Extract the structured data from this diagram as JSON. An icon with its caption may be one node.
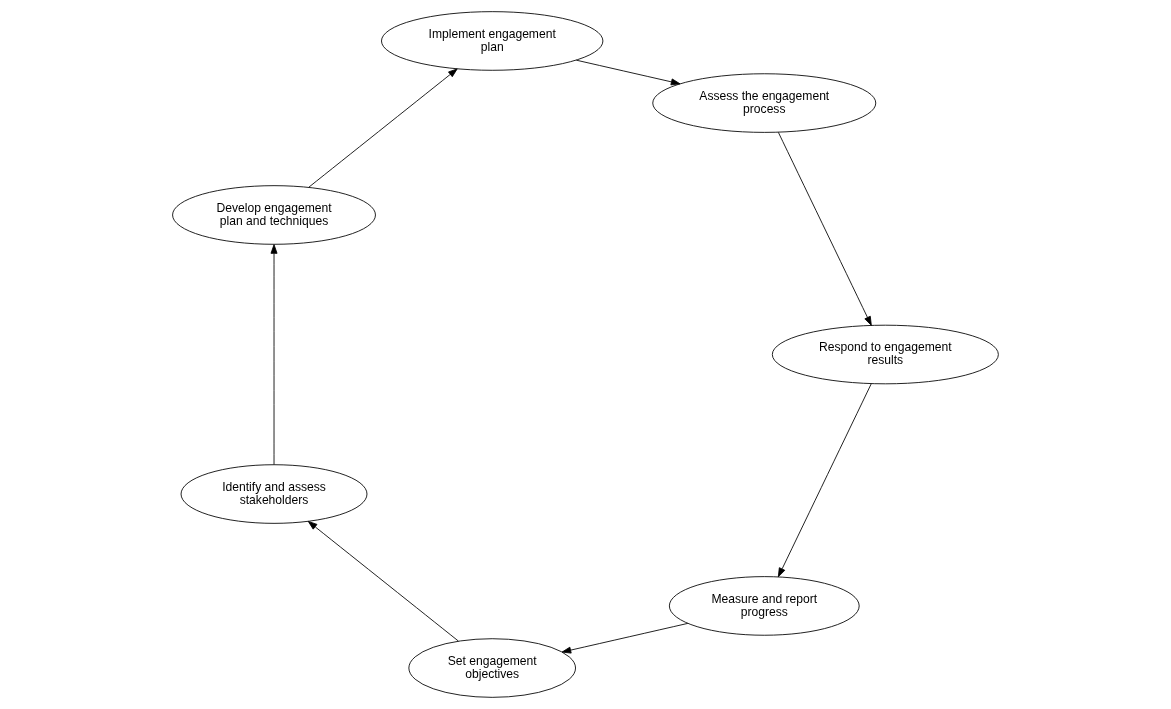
{
  "diagram": {
    "nodes": [
      {
        "text": [
          "Measure and report progress"
        ]
      },
      {
        "text": [
          "Set engagement objectives"
        ]
      },
      {
        "text": [
          "Identify and assess stakeholders"
        ]
      },
      {
        "text": [
          "Respond to engagement results"
        ]
      },
      {
        "text": [
          "Develop engagement plan and techniques"
        ]
      },
      {
        "text": [
          "Assess the engagement process"
        ]
      },
      {
        "text": [
          "Implement engagement plan"
        ]
      }
    ],
    "edges": [
      {
        "from": 0,
        "to": 1,
        "arrow": "to"
      },
      {
        "from": 1,
        "to": 2,
        "arrow": "to"
      },
      {
        "from": 2,
        "to": 4,
        "arrow": "to"
      },
      {
        "from": 4,
        "to": 6,
        "arrow": "to"
      },
      {
        "from": 6,
        "to": 5,
        "arrow": "to"
      },
      {
        "from": 5,
        "to": 3,
        "arrow": "to"
      },
      {
        "from": 3,
        "to": 0,
        "arrow": "to"
      }
    ]
  }
}
